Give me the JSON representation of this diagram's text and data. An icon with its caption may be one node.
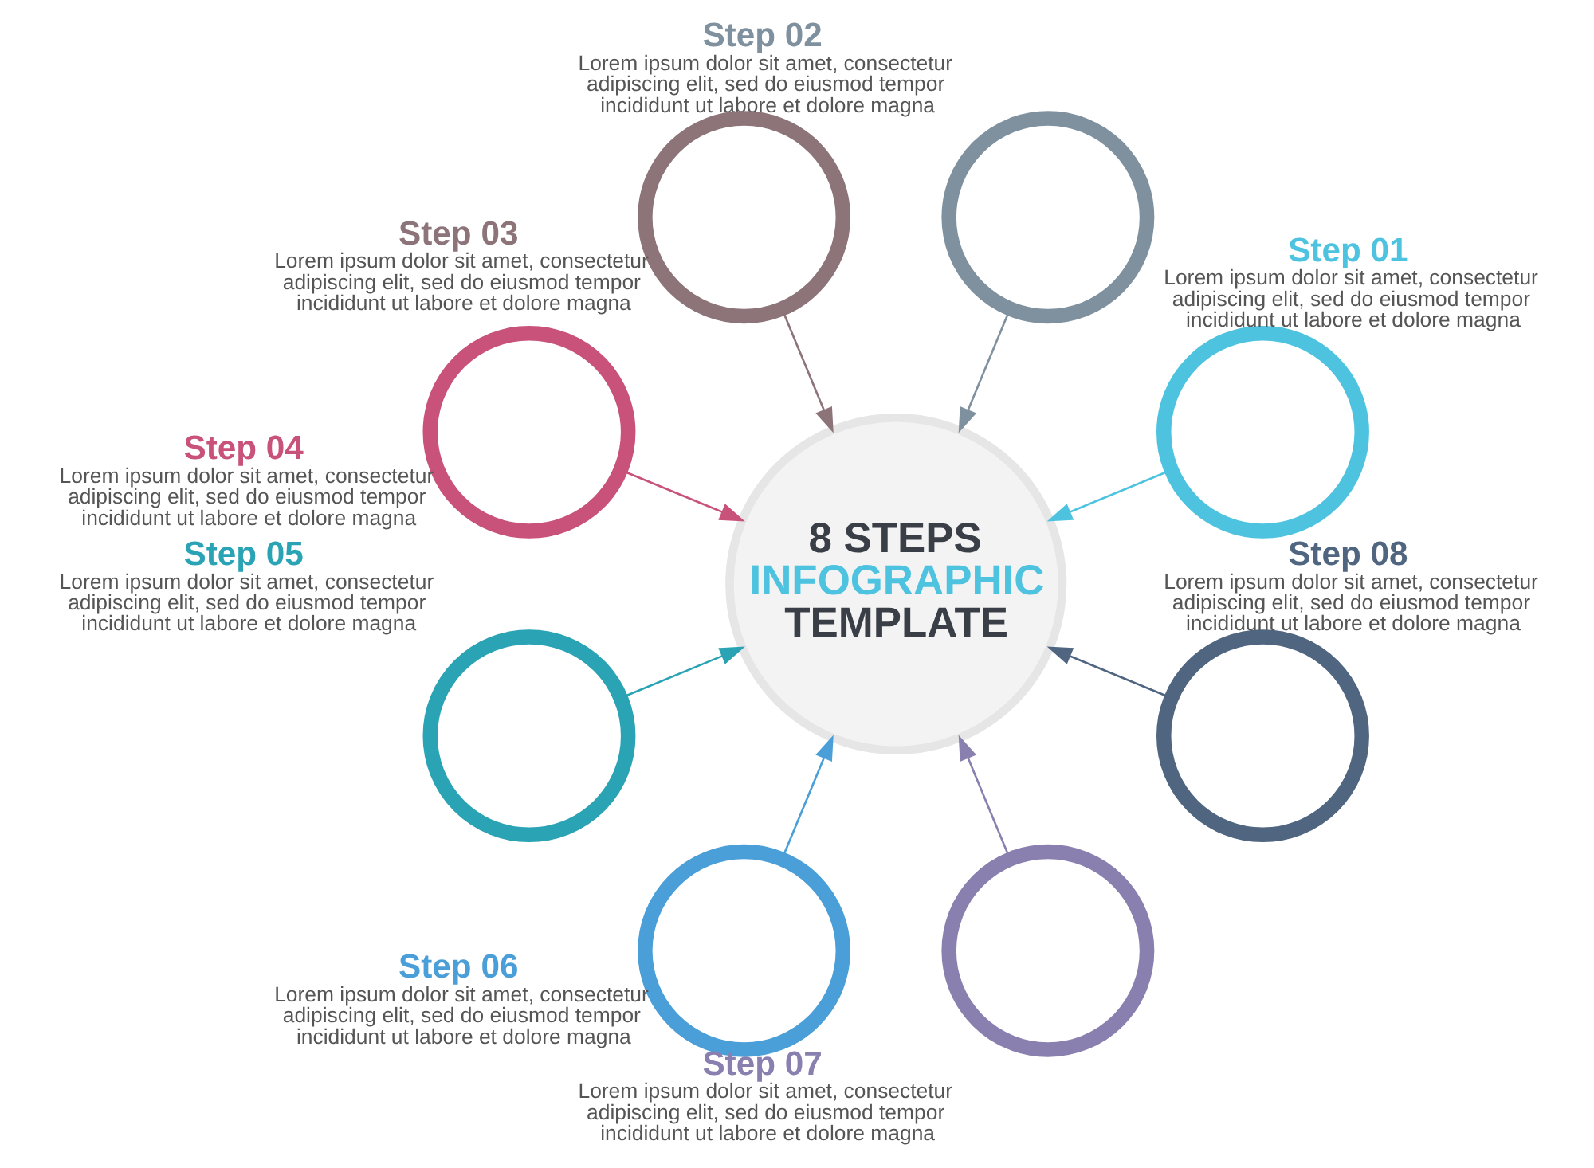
{
  "diagram": {
    "nodes": [
      {
        "text": [
          "8 STEPS",
          "INFOGRAPHIC",
          "TEMPLATE"
        ]
      },
      {
        "text": [],
        "shape": "circle",
        "beside": [
          "Step 01",
          "Lorem ipsum dolor sit amet, consectetur adipiscing elit, sed do eiusmod tempor incididunt ut labore et dolore magna"
        ]
      },
      {
        "text": [],
        "shape": "circle",
        "beside": [
          "Step 02",
          "Lorem ipsum dolor sit amet, consectetur adipiscing elit, sed do eiusmod tempor incididunt ut labore et dolore magna"
        ]
      },
      {
        "text": [],
        "shape": "circle",
        "beside": [
          "Step 03",
          "Lorem ipsum dolor sit amet, consectetur adipiscing elit, sed do eiusmod tempor incididunt ut labore et dolore magna"
        ]
      },
      {
        "text": [],
        "shape": "circle",
        "beside": [
          "Step 04",
          "Lorem ipsum dolor sit amet, consectetur adipiscing elit, sed do eiusmod tempor incididunt ut labore et dolore magna"
        ]
      },
      {
        "text": [],
        "shape": "circle",
        "beside": [
          "Step 05",
          "Lorem ipsum dolor sit amet, consectetur adipiscing elit, sed do eiusmod tempor incididunt ut labore et dolore magna"
        ]
      },
      {
        "text": [],
        "shape": "circle",
        "beside": [
          "Step 06",
          "Lorem ipsum dolor sit amet, consectetur adipiscing elit, sed do eiusmod tempor incididunt ut labore et dolore magna"
        ]
      },
      {
        "text": [],
        "shape": "circle",
        "beside": [
          "Step 07",
          "Lorem ipsum dolor sit amet, consectetur adipiscing elit, sed do eiusmod tempor incididunt ut labore et dolore magna"
        ]
      },
      {
        "text": [],
        "shape": "circle",
        "beside": [
          "Step 08",
          "Lorem ipsum dolor sit amet, consectetur adipiscing elit, sed do eiusmod tempor incididunt ut labore et dolore magna"
        ]
      }
    ],
    "edges": [
      {
        "from": 1,
        "to": 0,
        "arrow": "to",
        "color": "#4dc3e0"
      },
      {
        "from": 2,
        "to": 0,
        "arrow": "to",
        "color": "#7f919f"
      },
      {
        "from": 3,
        "to": 0,
        "arrow": "to",
        "color": "#8c7479"
      },
      {
        "from": 4,
        "to": 0,
        "arrow": "to",
        "color": "#c9527a"
      },
      {
        "from": 5,
        "to": 0,
        "arrow": "to",
        "color": "#2aa3b5"
      },
      {
        "from": 6,
        "to": 0,
        "arrow": "to",
        "color": "#4a9fd8"
      },
      {
        "from": 7,
        "to": 0,
        "arrow": "to",
        "color": "#8a80b0"
      },
      {
        "from": 8,
        "to": 0,
        "arrow": "to",
        "color": "#4f6580"
      }
    ]
  }
}
